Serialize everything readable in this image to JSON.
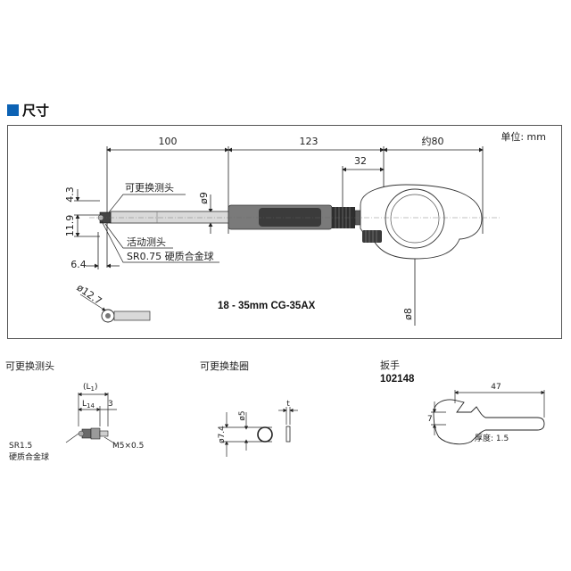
{
  "section": {
    "title": "尺寸",
    "accent_color": "#0c62b4"
  },
  "main_view": {
    "unit_label": "单位: mm",
    "dims": {
      "d100": "100",
      "d123": "123",
      "d80": "约80",
      "d32": "32",
      "d43": "4.3",
      "d119": "11.9",
      "d64": "6.4",
      "d9": "ø9",
      "d8": "ø8",
      "d127": "ø12.7"
    },
    "callouts": {
      "interchangeable_head": "可更换测头",
      "movable_head": "活动测头",
      "ball": "SR0.75 硬质合金球"
    },
    "model": "18 - 35mm    CG-35AX"
  },
  "parts": {
    "head": {
      "title": "可更换测头",
      "L": "(L",
      "L_sub": "1",
      "L_close": ")",
      "L14": "L",
      "L14_sub": "14",
      "d3": "3",
      "sr": "SR1.5",
      "sr2": "硬质合金球",
      "thread": "M5×0.5"
    },
    "washer": {
      "title": "可更换垫圈",
      "d5": "ø5",
      "d74": "ø7.4",
      "t": "t"
    },
    "wrench": {
      "title": "扳手",
      "code": "102148",
      "d47": "47",
      "d7": "7",
      "thickness": "厚度: 1.5"
    }
  }
}
